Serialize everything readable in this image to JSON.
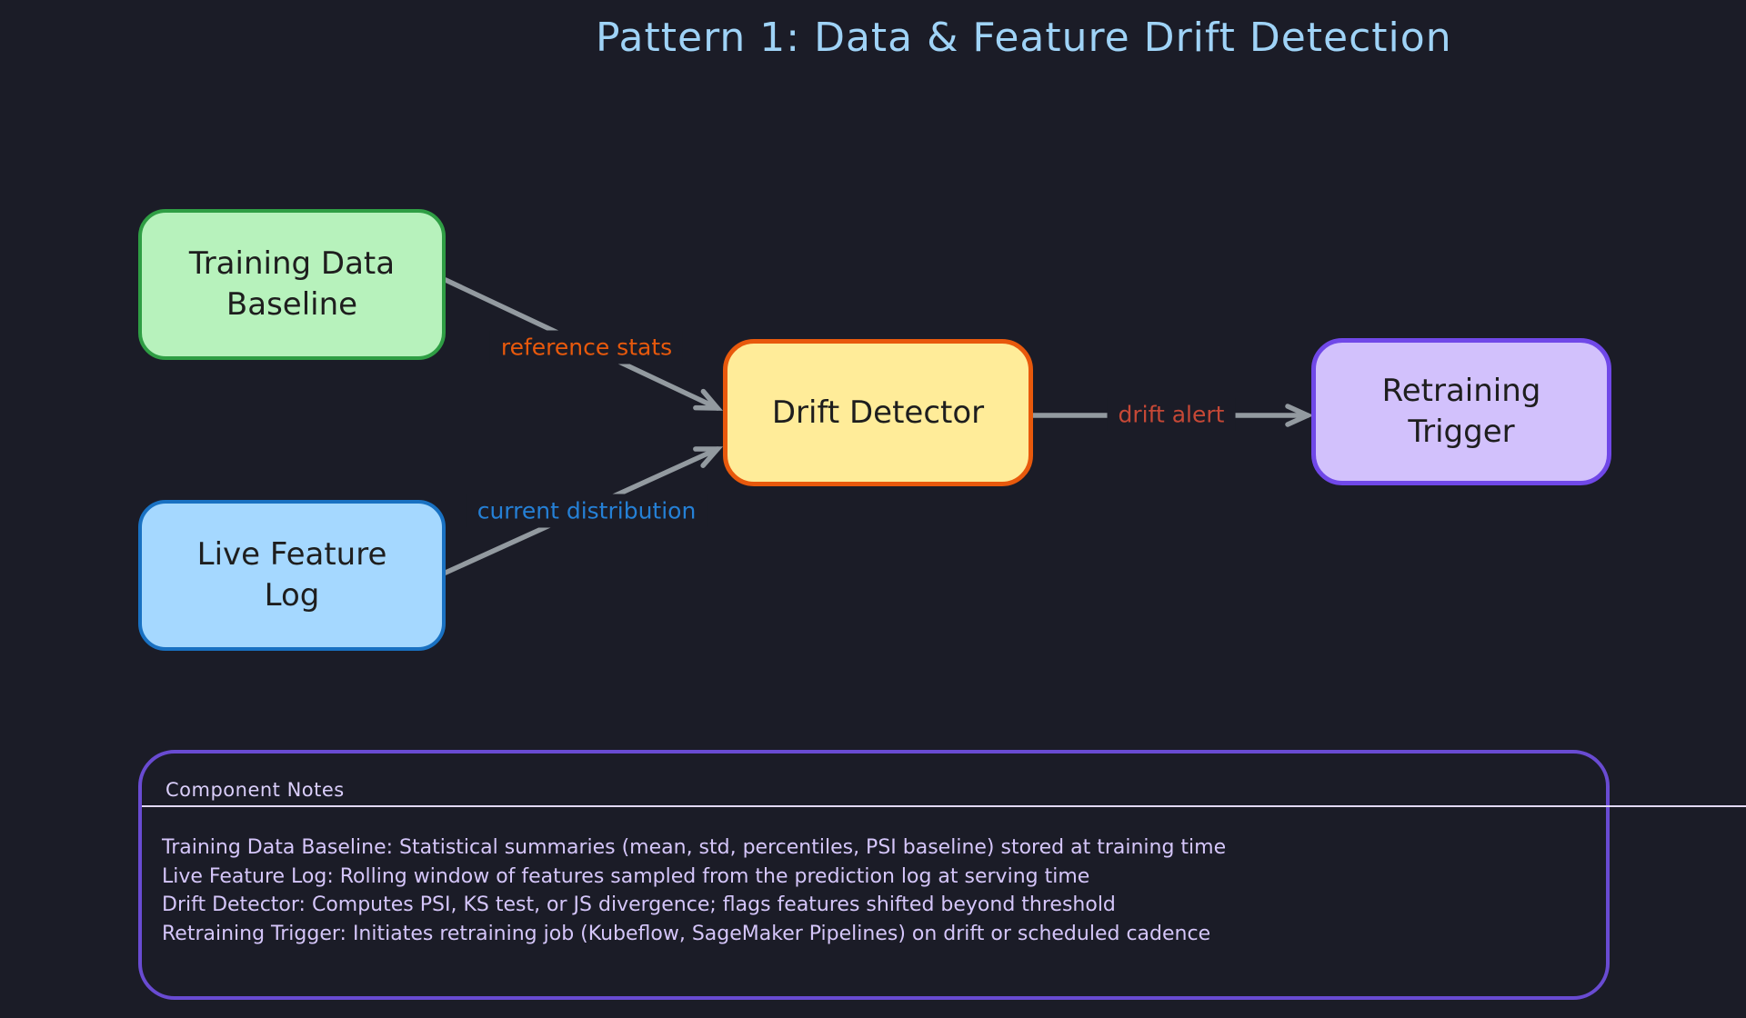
{
  "title": "Pattern 1: Data & Feature Drift Detection",
  "nodes": [
    {
      "id": "training-data-baseline",
      "label": "Training Data\nBaseline",
      "fill": "#b7f2bc",
      "border": "#2f9e44"
    },
    {
      "id": "live-feature-log",
      "label": "Live Feature\nLog",
      "fill": "#a5d8ff",
      "border": "#1971c2"
    },
    {
      "id": "drift-detector",
      "label": "Drift Detector",
      "fill": "#ffec99",
      "border": "#e8590c"
    },
    {
      "id": "retraining-trigger",
      "label": "Retraining\nTrigger",
      "fill": "#d2c1fc",
      "border": "#7048e8"
    }
  ],
  "edges": [
    {
      "from": "training-data-baseline",
      "to": "drift-detector",
      "label": "reference stats",
      "label_color": "#e8590c"
    },
    {
      "from": "live-feature-log",
      "to": "drift-detector",
      "label": "current distribution",
      "label_color": "#2580d6"
    },
    {
      "from": "drift-detector",
      "to": "retraining-trigger",
      "label": "drift alert",
      "label_color": "#c64836"
    }
  ],
  "notes": {
    "title": "Component Notes",
    "lines": [
      "Training Data Baseline: Statistical summaries (mean, std, percentiles, PSI baseline) stored at training time",
      "Live Feature Log: Rolling window of features sampled from the prediction log at serving time",
      "Drift Detector: Computes PSI, KS test, or JS divergence; flags features shifted beyond threshold",
      "Retraining Trigger: Initiates retraining job (Kubeflow, SageMaker Pipelines) on drift or scheduled cadence"
    ]
  },
  "colors": {
    "background": "#1b1c27",
    "title_text": "#9fd3f7",
    "arrow": "#939aa0",
    "node_text": "#1e1e1e",
    "notes_border": "#694bd2",
    "notes_text": "#d5c6fa",
    "notes_divider": "#e2d9f9"
  }
}
